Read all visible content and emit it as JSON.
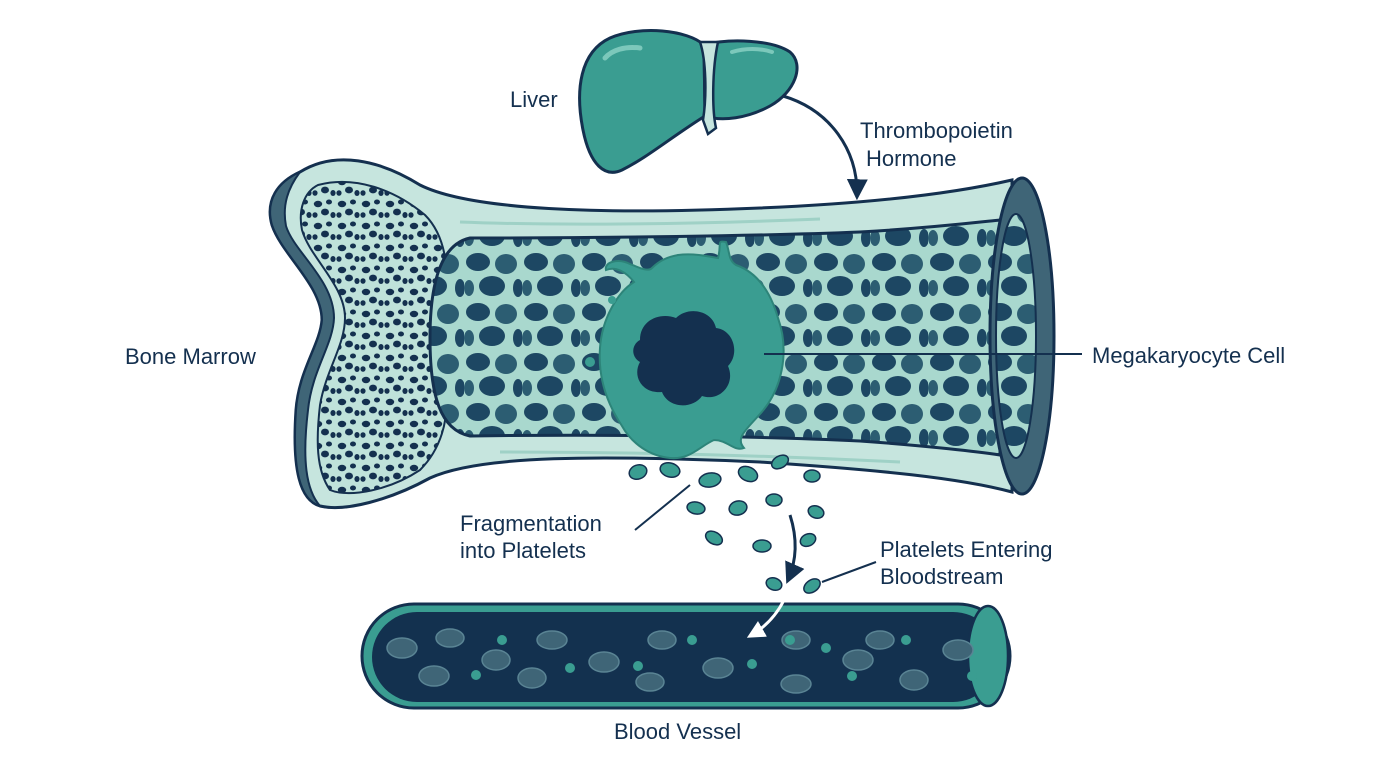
{
  "labels": {
    "liver": "Liver",
    "hormone_line1": "Thrombopoietin",
    "hormone_line2": "Hormone",
    "bone_marrow": "Bone Marrow",
    "megakaryocyte": "Megakaryocyte Cell",
    "fragmentation_line1": "Fragmentation",
    "fragmentation_line2": "into Platelets",
    "entering_line1": "Platelets Entering",
    "entering_line2": "Bloodstream",
    "blood_vessel": "Blood Vessel"
  },
  "colors": {
    "navy": "#14304f",
    "teal": "#3a9d91",
    "light_teal": "#a9d8ce",
    "bone": "#c6e5de",
    "vessel_wall": "#3a9d91",
    "vessel_lumen": "#13314f",
    "red_cell": "#3f6577"
  }
}
